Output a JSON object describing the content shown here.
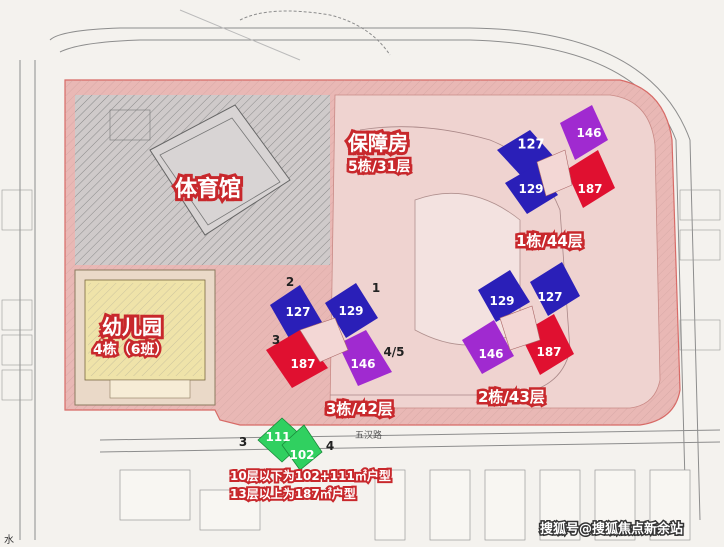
{
  "zones": {
    "gym": "体育馆",
    "housing_title": "保障房",
    "housing_sub": "5栋/31层",
    "kindergarten_title": "幼儿园",
    "kindergarten_sub": "4栋（6班）"
  },
  "buildings": {
    "b1_label": "1栋/44层",
    "b2_label": "2栋/43层",
    "b3_label": "3栋/42层"
  },
  "units": {
    "b1_a": "127",
    "b1_b": "146",
    "b1_c": "129",
    "b1_d": "187",
    "b2_a": "129",
    "b2_b": "127",
    "b2_c": "146",
    "b2_d": "187",
    "b3_a": "127",
    "b3_b": "129",
    "b3_c": "187",
    "b3_d": "146",
    "b4_a": "111",
    "b4_b": "102"
  },
  "markers": {
    "m1": "1",
    "m2": "2",
    "m3": "3",
    "m45": "4/5",
    "m3b": "3",
    "m4": "4"
  },
  "notes": {
    "line1": "10层以下为102+111㎡户型",
    "line2": "13层以上为187㎡户型"
  },
  "road_label": "五汉路",
  "corner_left": "水",
  "watermark": "搜狐号@搜狐焦点新余站",
  "colors": {
    "u127": "#2a1fb8",
    "u129": "#2a1fb8",
    "u146": "#a02ad0",
    "u187": "#e01030",
    "u102": "#30d060",
    "u111": "#30d060",
    "zone_fill": "#e7aaa8",
    "label_red": "#c8282c"
  }
}
